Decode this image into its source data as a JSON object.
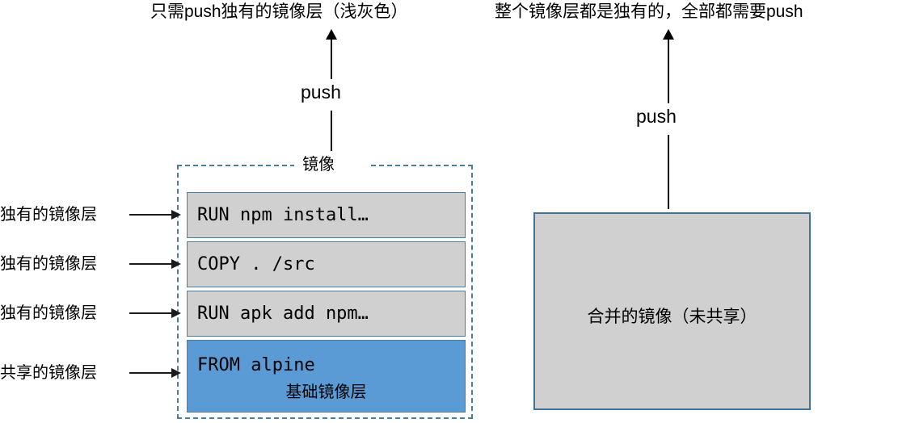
{
  "headings": {
    "left": "只需push独有的镜像层（浅灰色）",
    "right": "整个镜像层都是独有的，全部都需要push"
  },
  "arrows": {
    "push_left_label": "push",
    "push_right_label": "push"
  },
  "left_group": {
    "caption": "镜像",
    "layers": [
      {
        "command": "RUN npm install…",
        "sublabel": "",
        "fill": "#d0d0d0",
        "side_label": "独有的镜像层"
      },
      {
        "command": "COPY . /src",
        "sublabel": "",
        "fill": "#d0d0d0",
        "side_label": "独有的镜像层"
      },
      {
        "command": "RUN apk add npm…",
        "sublabel": "",
        "fill": "#d0d0d0",
        "side_label": "独有的镜像层"
      },
      {
        "command": "FROM alpine",
        "sublabel": "基础镜像层",
        "fill": "#5b9bd5",
        "side_label": "共享的镜像层"
      }
    ]
  },
  "right_group": {
    "label": "合并的镜像（未共享）",
    "fill": "#d0d0d0"
  },
  "colors": {
    "layer_gray": "#d0d0d0",
    "layer_blue": "#5b9bd5",
    "layer_border": "#4a7ba0",
    "dashed_border": "#4a7ba0",
    "merged_border": "#41719c",
    "arrow": "#1a1a1a",
    "background": "#ffffff"
  }
}
